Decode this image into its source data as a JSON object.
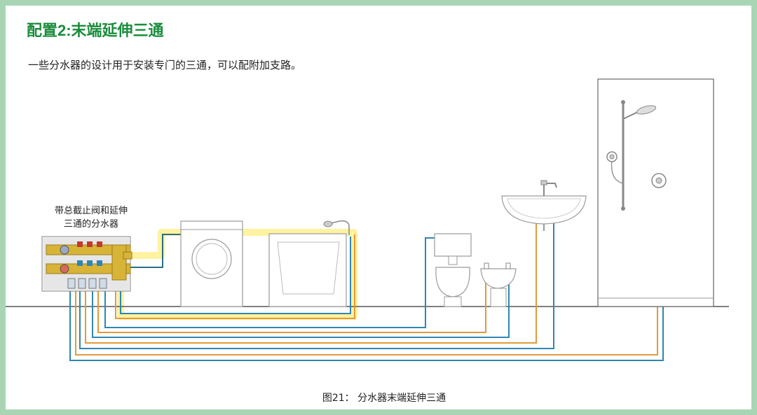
{
  "header": {
    "title": "配置2:末端延伸三通"
  },
  "description": "一些分水器的设计用于安装专门的三通，可以配附加支路。",
  "manifold_label": {
    "line1": "带总截止阀和延伸",
    "line2": "三通的分水器"
  },
  "caption": "图21：  分水器末端延伸三通",
  "colors": {
    "border": "#a8d5b4",
    "title": "#1a8c3c",
    "hot_pipe": "#e39a3a",
    "cold_pipe": "#2f86b0",
    "highlight": "#fff3a0",
    "fixture_stroke": "#9a9a9a"
  },
  "icons": [
    "washing-machine-icon",
    "bathtub-icon",
    "toilet-icon",
    "bidet-icon",
    "washbasin-icon",
    "shower-icon",
    "manifold-icon"
  ]
}
